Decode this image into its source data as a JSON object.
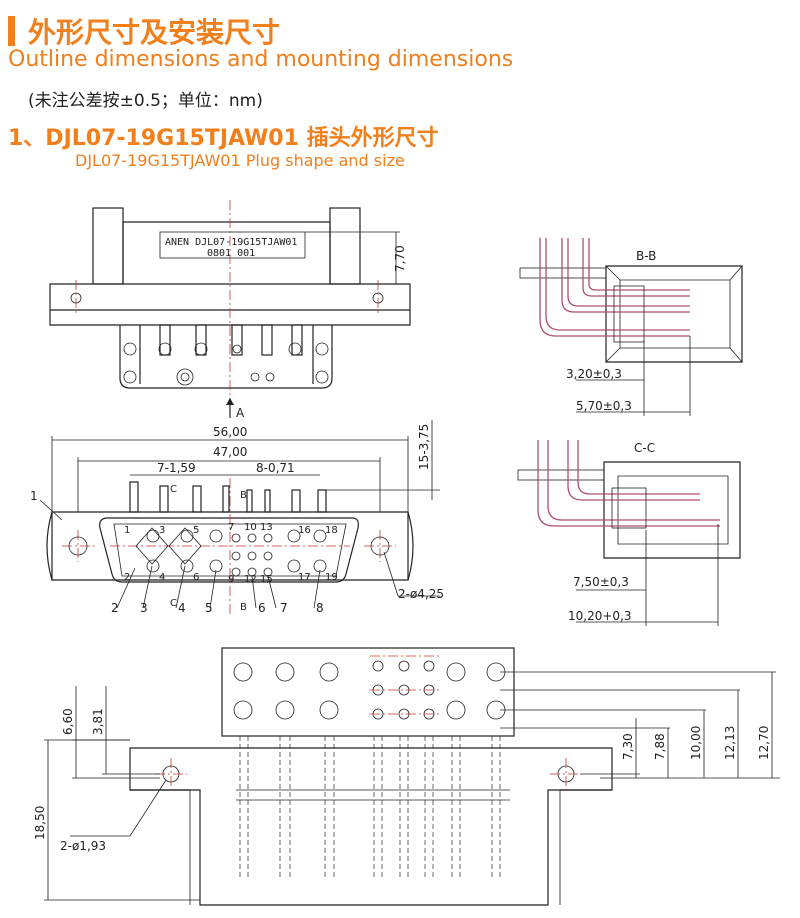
{
  "header": {
    "title_cn": "外形尺寸及安装尺寸",
    "title_en": "Outline dimensions and mounting dimensions",
    "tolerance_note": "(未注公差按±0.5；单位：nm)"
  },
  "section1": {
    "title_cn": "1、DJL07-19G15TJAW01 插头外形尺寸",
    "title_en": "DJL07-19G15TJAW01 Plug shape and size"
  },
  "label_plate": {
    "line1": "ANEN DJL07-19G15TJAW01",
    "line2": "0801 001"
  },
  "top_view": {
    "dim_770": "7,70",
    "arrow_a": "A"
  },
  "front_view": {
    "dim_5600": "56,00",
    "dim_4700": "47,00",
    "dim_1575": "15-3,75",
    "pitch_left": "7-1,59",
    "pitch_right": "8-0,71",
    "label_c_top": "C",
    "label_b_top": "B",
    "label_c_bot": "C",
    "label_b_bot": "B",
    "leader_1": "1",
    "hole_note": "2-ø4,25",
    "pin_nums": [
      "1",
      "3",
      "5",
      "7",
      "10",
      "13",
      "16",
      "18",
      "2",
      "4",
      "6",
      "9",
      "12",
      "15",
      "17",
      "19"
    ],
    "callouts": [
      "2",
      "3",
      "4",
      "5",
      "6",
      "7",
      "8"
    ]
  },
  "section_bb": {
    "title": "B-B",
    "dim_a": "3,20±0,3",
    "dim_b": "5,70±0,3"
  },
  "section_cc": {
    "title": "C-C",
    "dim_a": "7,50±0,3",
    "dim_b": "10,20+0,3"
  },
  "bottom_view": {
    "dim_660": "6,60",
    "dim_381": "3,81",
    "dim_1850": "18,50",
    "hole_note": "2-ø1,93",
    "dim_730": "7,30",
    "dim_788": "7,88",
    "dim_1000": "10,00",
    "dim_1213": "12,13",
    "dim_1270": "12,70"
  }
}
